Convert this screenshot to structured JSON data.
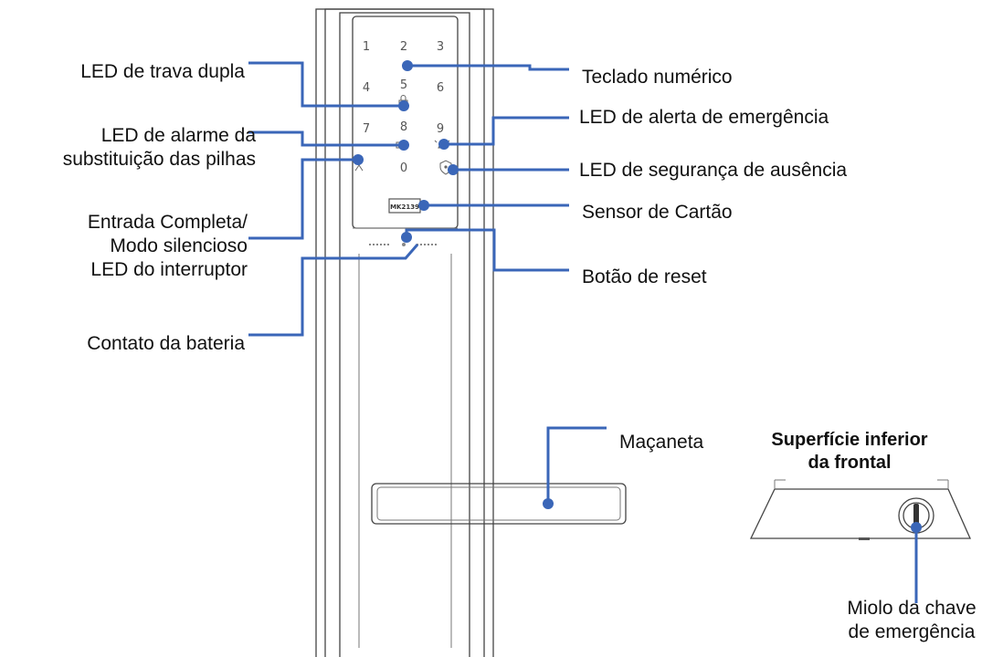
{
  "accent_color": "#3a66b8",
  "keypad": {
    "keys": [
      "1",
      "2",
      "3",
      "4",
      "5",
      "6",
      "7",
      "8",
      "9",
      "0"
    ],
    "card_sensor_text": "MK2139"
  },
  "labels": {
    "double_lock_led": "LED de trava dupla",
    "battery_alarm_led": [
      "LED de alarme da",
      "substituição das pilhas"
    ],
    "full_entry_silent_led": [
      "Entrada Completa/",
      "Modo silencioso",
      "LED do interruptor"
    ],
    "battery_contact": "Contato da bateria",
    "numeric_keypad": "Teclado numérico",
    "emergency_alert_led": "LED de alerta de emergência",
    "away_security_led": "LED de segurança de ausência",
    "card_sensor": "Sensor de Cartão",
    "reset_button": "Botão de reset",
    "handle": "Maçaneta",
    "bottom_surface_title": [
      "Superfície inferior",
      "da frontal"
    ],
    "emergency_key_cylinder": [
      "Miolo da chave",
      "de emergência"
    ]
  }
}
